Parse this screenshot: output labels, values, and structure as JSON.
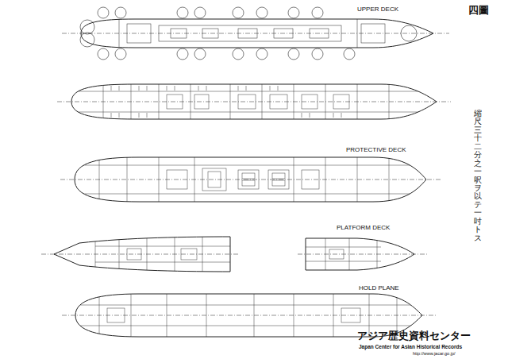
{
  "diagram": {
    "labels": [
      "UPPER DECK",
      "PROTECTIVE DECK",
      "PLATFORM DECK",
      "HOLD PLANE",
      "四圖",
      "縮尺三十二分之一呎ヲ以テ一吋トス",
      "アジア歴史資料センター",
      "Japan Center for Asian Historical Records",
      "http://www.jacar.go.jp/"
    ]
  }
}
